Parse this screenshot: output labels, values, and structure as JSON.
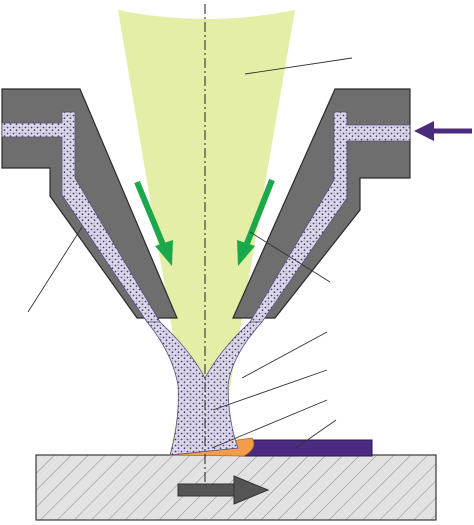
{
  "diagram": {
    "kind": "laser cladding coaxial powder nozzle schematic",
    "labels": [],
    "colors": {
      "laser_beam": "#e4eea6",
      "nozzle": "#6e6e6e",
      "nozzle_outline": "#2b2b2b",
      "powder_fill": "#ddd8ea",
      "powder_dots": "#4a4070",
      "feed_arrow": "#4a2a7a",
      "flow_arrows": "#1aa84a",
      "melt_pool": "#f39c4a",
      "clad_track": "#4b2a82",
      "substrate_fill": "#e2e2e2",
      "substrate_hatch": "#8a8a8a",
      "motion_arrow": "#555555",
      "leader_lines": "#333333"
    },
    "icons": {
      "powder_feed": "left-arrow",
      "powder_flow": "down-arrow",
      "substrate_motion": "right-arrow"
    }
  }
}
